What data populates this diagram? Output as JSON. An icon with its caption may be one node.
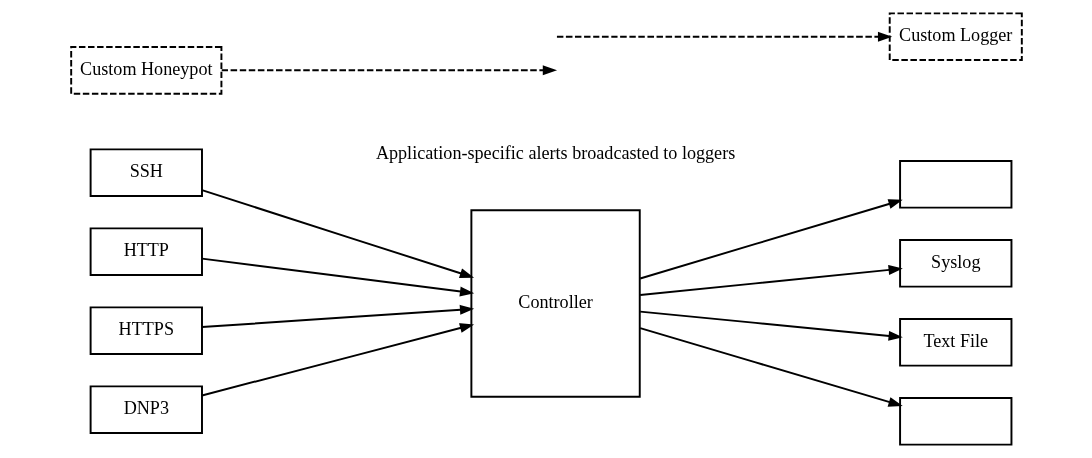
{
  "diagram": {
    "nodes": [
      {
        "text": [
          "SSH"
        ]
      },
      {
        "text": [
          "HTTP"
        ]
      },
      {
        "text": [
          "HTTPS"
        ]
      },
      {
        "text": [
          "DNP3"
        ]
      },
      {
        "text": [
          "Controller"
        ]
      },
      {
        "text": [],
        "shape": "box"
      },
      {
        "text": [
          "Syslog"
        ]
      },
      {
        "text": [
          "Text File"
        ]
      },
      {
        "text": [],
        "shape": "box"
      },
      {
        "text": [
          "Custom Honeypot"
        ]
      },
      {
        "text": [
          "Custom Logger"
        ]
      }
    ],
    "edges": [
      {
        "from": 0,
        "to": 4,
        "arrow": "to"
      },
      {
        "from": 1,
        "to": 4,
        "arrow": "to"
      },
      {
        "from": 2,
        "to": 4,
        "arrow": "to"
      },
      {
        "from": 3,
        "to": 4,
        "arrow": "to"
      },
      {
        "from": 4,
        "to": 5,
        "arrow": "to"
      },
      {
        "from": 4,
        "to": 6,
        "arrow": "to"
      },
      {
        "from": 4,
        "to": 7,
        "arrow": "to"
      },
      {
        "from": 4,
        "to": 8,
        "arrow": "to"
      },
      {
        "from": 9,
        "to": null,
        "arrow": "to",
        "style": "dashed"
      },
      {
        "from": null,
        "to": 10,
        "arrow": "to",
        "style": "dashed"
      }
    ],
    "labels": [
      "Application-specific alerts broadcasted to loggers"
    ]
  }
}
